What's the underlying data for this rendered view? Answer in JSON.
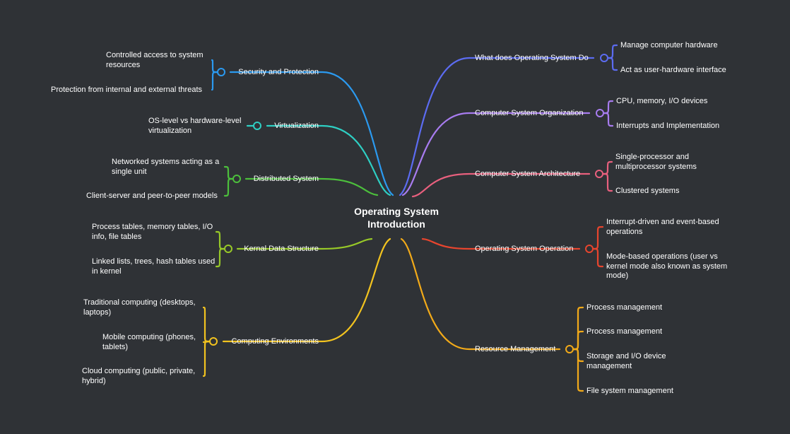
{
  "root": {
    "title": "Operating System Introduction"
  },
  "branches": {
    "right": [
      {
        "label": "What does Operating System Do",
        "color": "#5c6cf2",
        "children": [
          "Manage computer hardware",
          "Act as user-hardware interface"
        ]
      },
      {
        "label": "Computer System Organization",
        "color": "#a87cf0",
        "children": [
          "CPU, memory, I/O devices",
          "Interrupts and Implementation"
        ]
      },
      {
        "label": "Computer System Architecture",
        "color": "#e9607e",
        "children": [
          "Single-processor and multiprocessor systems",
          "Clustered systems"
        ]
      },
      {
        "label": "Operating System Operation",
        "color": "#e8452e",
        "children": [
          "Interrupt-driven and event-based operations",
          "Mode-based operations (user vs kernel mode also known as system mode)"
        ]
      },
      {
        "label": "Resource Management",
        "color": "#f2aa19",
        "children": [
          "Process management",
          "Process management",
          "Storage and I/O device management",
          "File system management"
        ]
      }
    ],
    "left": [
      {
        "label": "Security and Protection",
        "color": "#2b9af0",
        "children": [
          "Controlled access to system resources",
          "Protection from internal and external threats"
        ]
      },
      {
        "label": "Virtualization",
        "color": "#2ecfc3",
        "children": [
          "OS-level vs hardware-level virtualization"
        ]
      },
      {
        "label": "Distributed System",
        "color": "#4cbf3c",
        "children": [
          "Networked systems acting as a single unit",
          "Client-server and peer-to-peer models"
        ]
      },
      {
        "label": "Kernal Data Structure",
        "color": "#98c928",
        "children": [
          "Process tables, memory tables, I/O info, file tables",
          "Linked lists, trees, hash tables used in kernel"
        ]
      },
      {
        "label": "Computing Environments",
        "color": "#f2c31f",
        "children": [
          "Traditional computing (desktops, laptops)",
          "Mobile computing (phones, tablets)",
          "Cloud computing (public, private, hybrid)"
        ]
      }
    ]
  }
}
